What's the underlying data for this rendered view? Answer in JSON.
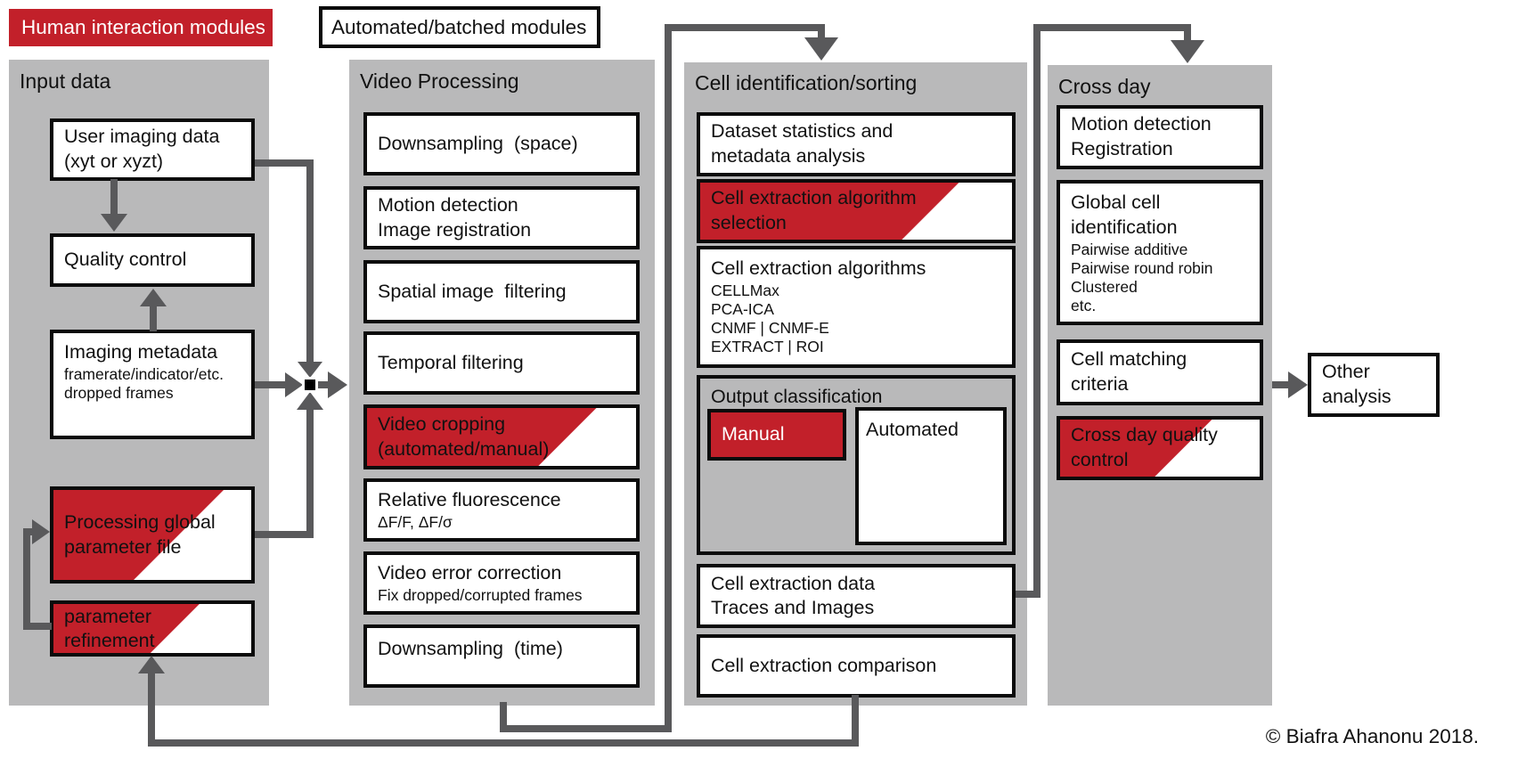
{
  "colors": {
    "red": "#c2202a",
    "column_gray": "#b9b9ba",
    "line_gray": "#59595b"
  },
  "legend": {
    "human_modules": "Human interaction modules",
    "automated_modules": "Automated/batched modules"
  },
  "columns": {
    "input": {
      "title": "Input data",
      "boxes": {
        "user_imaging": {
          "lines": [
            "User imaging data",
            "(xyt or xyzt)"
          ]
        },
        "quality_control": {
          "lines": [
            "Quality control"
          ]
        },
        "imaging_metadata": {
          "title": "Imaging metadata",
          "sub": [
            "framerate/indicator/etc.",
            "dropped frames"
          ]
        },
        "processing_global": {
          "lines": [
            "Processing global",
            "parameter file"
          ]
        },
        "parameter_refinement": {
          "lines": [
            "parameter",
            "refinement"
          ]
        }
      }
    },
    "video": {
      "title": "Video Processing",
      "boxes": {
        "downsampling_space": {
          "lines": [
            "Downsampling  (space)"
          ]
        },
        "motion_detection": {
          "lines": [
            "Motion detection",
            "Image registration"
          ]
        },
        "spatial_filtering": {
          "lines": [
            "Spatial image  filtering"
          ]
        },
        "temporal_filtering": {
          "lines": [
            "Temporal filtering"
          ]
        },
        "video_cropping": {
          "lines": [
            "Video cropping",
            "(automated/manual)"
          ]
        },
        "relative_fluorescence": {
          "title": "Relative fluorescence",
          "sub": [
            "ΔF/F, ΔF/σ"
          ]
        },
        "video_error": {
          "title": "Video error correction",
          "sub": [
            "Fix dropped/corrupted frames"
          ]
        },
        "downsampling_time": {
          "lines": [
            "Downsampling  (time)"
          ]
        }
      }
    },
    "cell_id": {
      "title": "Cell identification/sorting",
      "boxes": {
        "dataset_stats": {
          "lines": [
            "Dataset statistics and",
            "metadata analysis"
          ]
        },
        "algorithm_selection": {
          "lines": [
            "Cell extraction algorithm",
            "selection"
          ]
        },
        "extraction_algorithms": {
          "title": "Cell extraction algorithms",
          "sub": [
            "CELLMax",
            "PCA-ICA",
            "CNMF | CNMF-E",
            "EXTRACT | ROI"
          ]
        },
        "output_classification": {
          "title": "Output classification",
          "manual": "Manual",
          "automated": "Automated"
        },
        "extraction_data": {
          "lines": [
            "Cell extraction data",
            "Traces and Images"
          ]
        },
        "extraction_comparison": {
          "lines": [
            "Cell extraction comparison"
          ]
        }
      }
    },
    "cross_day": {
      "title": "Cross day",
      "boxes": {
        "motion_registration": {
          "lines": [
            "Motion detection",
            "Registration"
          ]
        },
        "global_cell_id": {
          "title_lines": [
            "Global cell",
            "identification"
          ],
          "sub": [
            "Pairwise additive",
            "Pairwise round robin",
            "Clustered",
            "etc."
          ]
        },
        "cell_matching": {
          "lines": [
            "Cell matching criteria"
          ]
        },
        "crossday_quality": {
          "lines": [
            "Cross day quality",
            "control"
          ]
        }
      }
    }
  },
  "other_analysis": {
    "label": "Other analysis"
  },
  "copyright": "© Biafra Ahanonu 2018."
}
